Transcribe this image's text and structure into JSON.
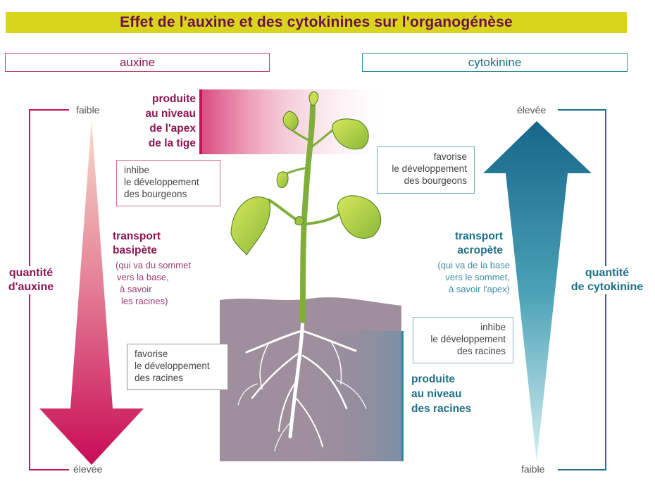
{
  "title": "Effet de l'auxine et des cytokinines sur l'organogénèse",
  "colors": {
    "auxin": "#c8105b",
    "cytokinin": "#1a6f8a",
    "title_bar": "#d9d41c",
    "title_text": "#6b1145",
    "soil": "#9f8f9d"
  },
  "auxin": {
    "header": "auxine",
    "top_level": "faible",
    "bottom_level": "élevée",
    "quantity_label": [
      "quantité",
      "d'auxine"
    ],
    "produced_at": [
      "produite",
      "au niveau",
      "de l'apex",
      "de la tige"
    ],
    "inhibits": [
      "inhibe",
      "le développement",
      "des bourgeons"
    ],
    "transport_title": [
      "transport",
      "basipète"
    ],
    "transport_detail": [
      "(qui va du sommet",
      "vers la base,",
      "à savoir",
      "les racines)"
    ],
    "favors": [
      "favorise",
      "le développement",
      "des racines"
    ]
  },
  "cytokinin": {
    "header": "cytokinine",
    "top_level": "élevée",
    "bottom_level": "faible",
    "quantity_label": [
      "quantité",
      "de cytokinine"
    ],
    "favors": [
      "favorise",
      "le développement",
      "des bourgeons"
    ],
    "transport_title": [
      "transport",
      "acropète"
    ],
    "transport_detail": [
      "(qui va de la base",
      "vers le sommet,",
      "à savoir l'apex)"
    ],
    "inhibits": [
      "inhibe",
      "le développement",
      "des racines"
    ],
    "produced_at": [
      "produite",
      "au niveau",
      "des racines"
    ]
  }
}
